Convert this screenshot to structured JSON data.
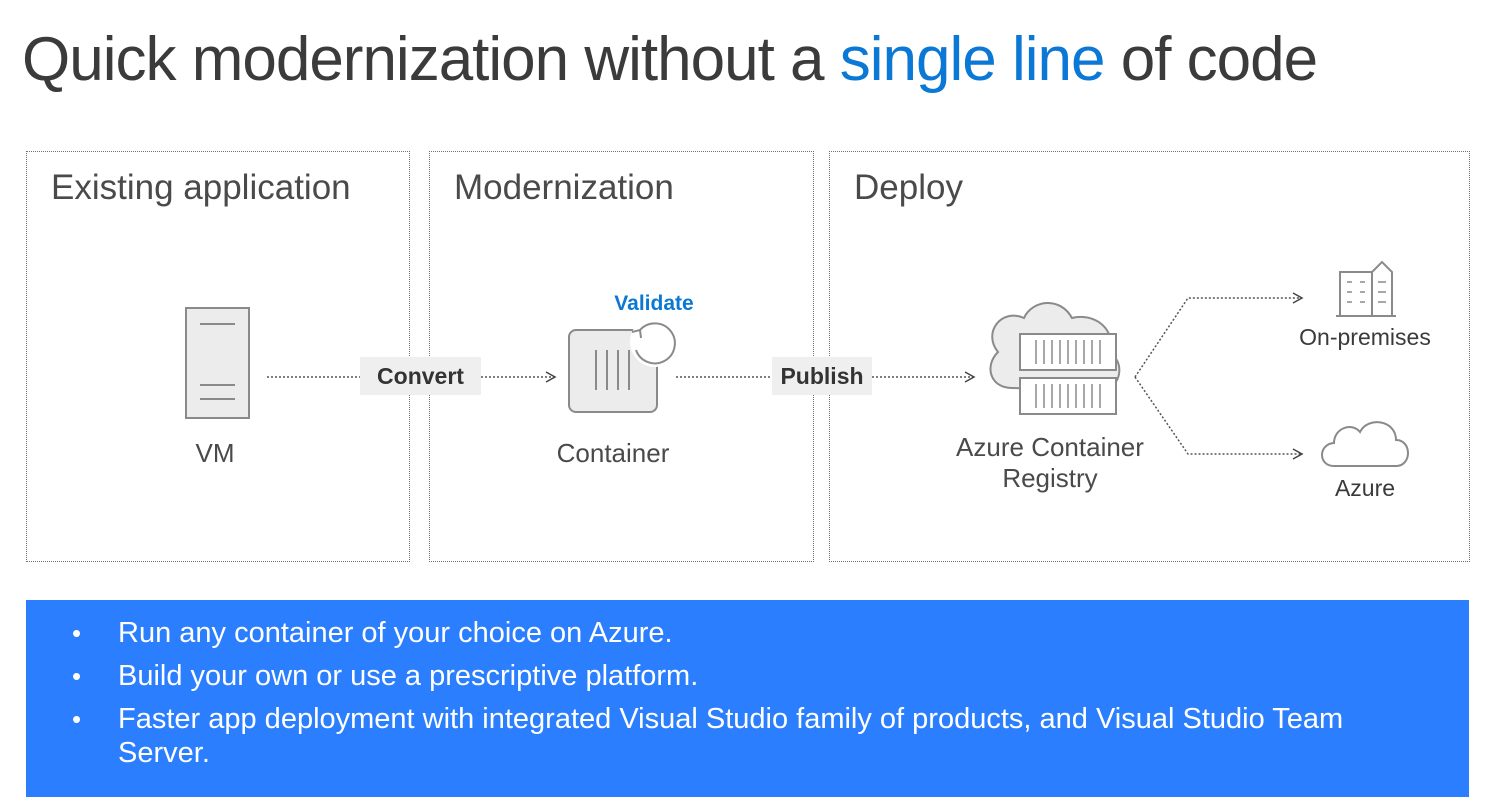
{
  "title": {
    "before": "Quick modernization without a ",
    "highlight": "single line",
    "after": " of code"
  },
  "panels": {
    "existing": "Existing application",
    "modernization": "Modernization",
    "deploy": "Deploy"
  },
  "nodes": {
    "vm": "VM",
    "container": "Container",
    "registry_line1": "Azure Container",
    "registry_line2": "Registry",
    "onprem": "On-premises",
    "azure": "Azure"
  },
  "actions": {
    "convert": "Convert",
    "validate": "Validate",
    "publish": "Publish"
  },
  "bullets": [
    "Run any container of your choice on Azure.",
    "Build your own or use a prescriptive platform.",
    "Faster app deployment with integrated Visual Studio family of products, and Visual Studio Team Server."
  ],
  "colors": {
    "accent": "#0a78d4",
    "bullet_bg": "#2b7fff",
    "icon_stroke": "#8a8a8a",
    "icon_fill": "#ececec"
  },
  "icons": [
    "server-icon",
    "container-icon",
    "refresh-icon",
    "cloud-registry-icon",
    "building-icon",
    "cloud-icon"
  ]
}
